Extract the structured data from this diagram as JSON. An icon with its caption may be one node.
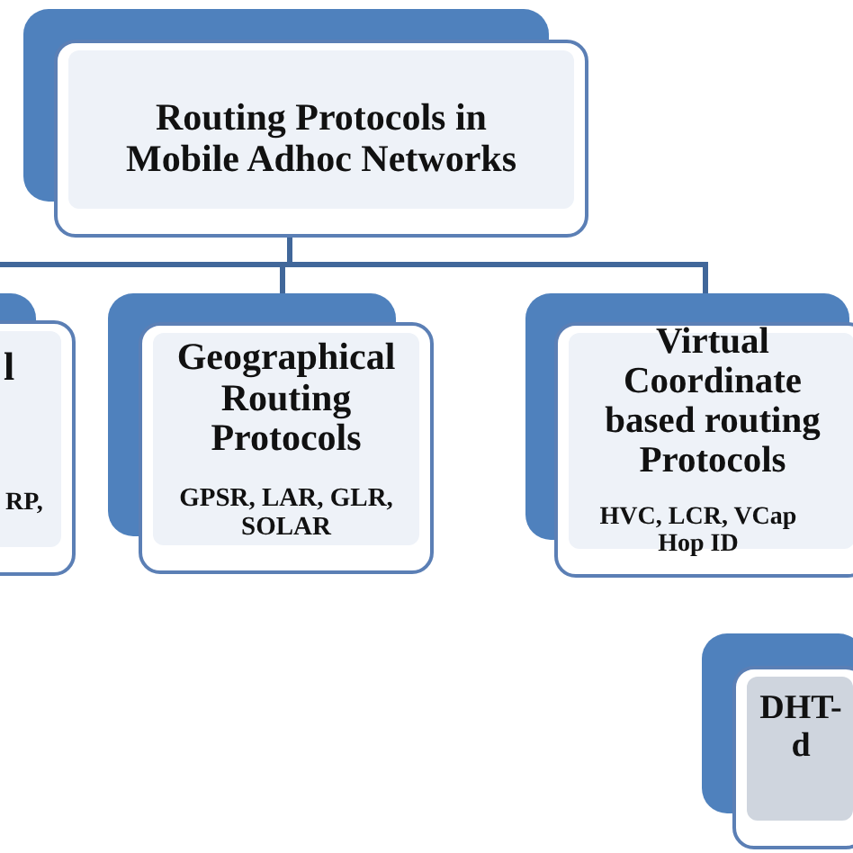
{
  "diagram": {
    "nodes": [
      {
        "text": [
          "Routing Protocols in Mobile Adhoc Networks"
        ]
      },
      {
        "text": [
          "l",
          "RP,"
        ]
      },
      {
        "text": [
          "Geographical Routing Protocols",
          "GPSR, LAR, GLR, SOLAR"
        ]
      },
      {
        "text": [
          "Virtual Coordinate based routing Protocols",
          "HVC, LCR, VCap Hop ID"
        ]
      },
      {
        "text": [
          "DHT- d"
        ]
      }
    ],
    "edges": [
      {
        "from": 0,
        "to": 1,
        "arrow": "none"
      },
      {
        "from": 0,
        "to": 2,
        "arrow": "none"
      },
      {
        "from": 0,
        "to": 3,
        "arrow": "none"
      }
    ]
  }
}
